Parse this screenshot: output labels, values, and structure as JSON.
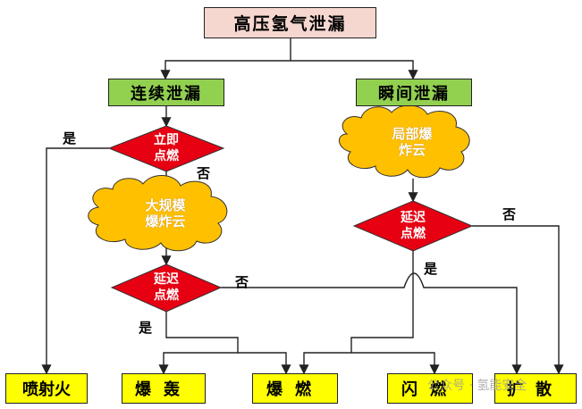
{
  "title": "高压氢气泄漏",
  "branches": {
    "left": "连续泄漏",
    "right": "瞬间泄漏"
  },
  "decisions": {
    "immediate_ignition": "立即\n点燃",
    "delayed_ignition_left": "延迟\n点燃",
    "delayed_ignition_right": "延迟\n点燃"
  },
  "events": {
    "large_explosion_cloud": "大规模\n爆炸云",
    "local_explosion_cloud": "局部爆\n炸云"
  },
  "labels": {
    "yes": "是",
    "no": "否"
  },
  "outcomes": [
    "喷射火",
    "爆轰",
    "爆燃",
    "闪燃",
    "扩散"
  ],
  "watermark": "公众号 · 氢能安全",
  "colors": {
    "title_bg": "#f6d7cf",
    "branch_bg": "#92d050",
    "decision_fill": "#e60012",
    "cloud_fill": "#ffc000",
    "outcome_bg": "#ffff00"
  }
}
